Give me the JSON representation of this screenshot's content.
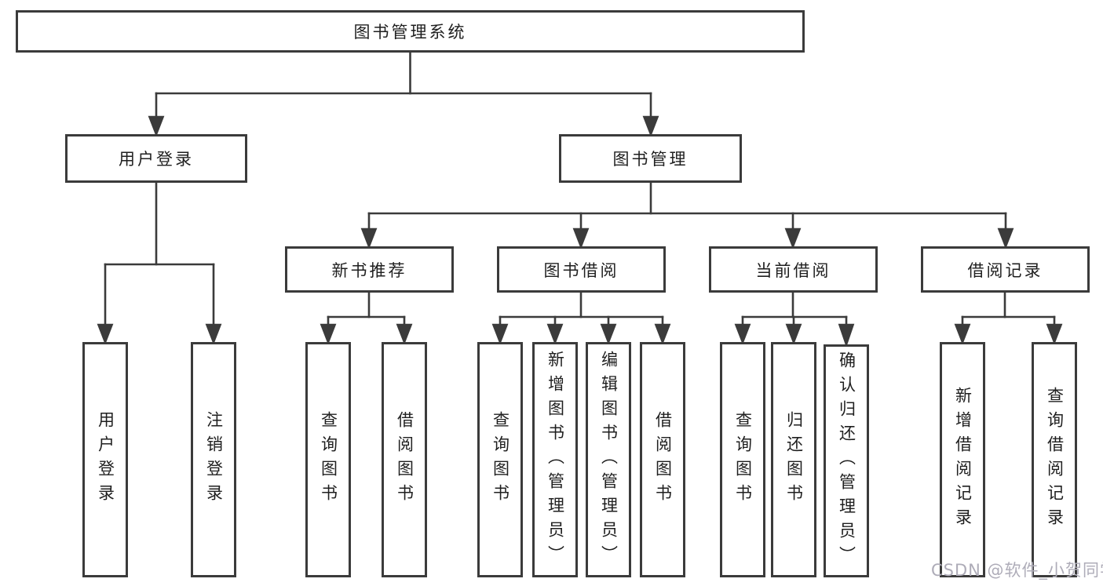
{
  "diagram_title": "图书管理系统",
  "nodes": {
    "root": "图书管理系统",
    "user_login": "用户登录",
    "book_mgmt": "图书管理",
    "new_book_rec": "新书推荐",
    "book_borrow": "图书借阅",
    "current_borrow": "当前借阅",
    "borrow_records": "借阅记录",
    "user_login_children": [
      "用户登录",
      "注销登录"
    ],
    "new_book_rec_children": [
      "查询图书",
      "借阅图书"
    ],
    "book_borrow_children": [
      "查询图书",
      "新增图书（管理员）",
      "编辑图书（管理员）",
      "借阅图书"
    ],
    "current_borrow_children": [
      "查询图书",
      "归还图书",
      "确认归还（管理员）"
    ],
    "borrow_records_children": [
      "新增借阅记录",
      "查询借阅记录"
    ]
  },
  "hierarchy": {
    "图书管理系统": [
      "用户登录",
      "图书管理"
    ],
    "用户登录": [
      "用户登录",
      "注销登录"
    ],
    "图书管理": [
      "新书推荐",
      "图书借阅",
      "当前借阅",
      "借阅记录"
    ],
    "新书推荐": [
      "查询图书",
      "借阅图书"
    ],
    "图书借阅": [
      "查询图书",
      "新增图书（管理员）",
      "编辑图书（管理员）",
      "借阅图书"
    ],
    "当前借阅": [
      "查询图书",
      "归还图书",
      "确认归还（管理员）"
    ],
    "借阅记录": [
      "新增借阅记录",
      "查询借阅记录"
    ]
  },
  "watermark": "CSDN @软件_小贺同学",
  "colors": {
    "line": "#3b3b3b",
    "text": "#1f1f1f",
    "watermark": "#aeacb8",
    "background": "#ffffff"
  }
}
